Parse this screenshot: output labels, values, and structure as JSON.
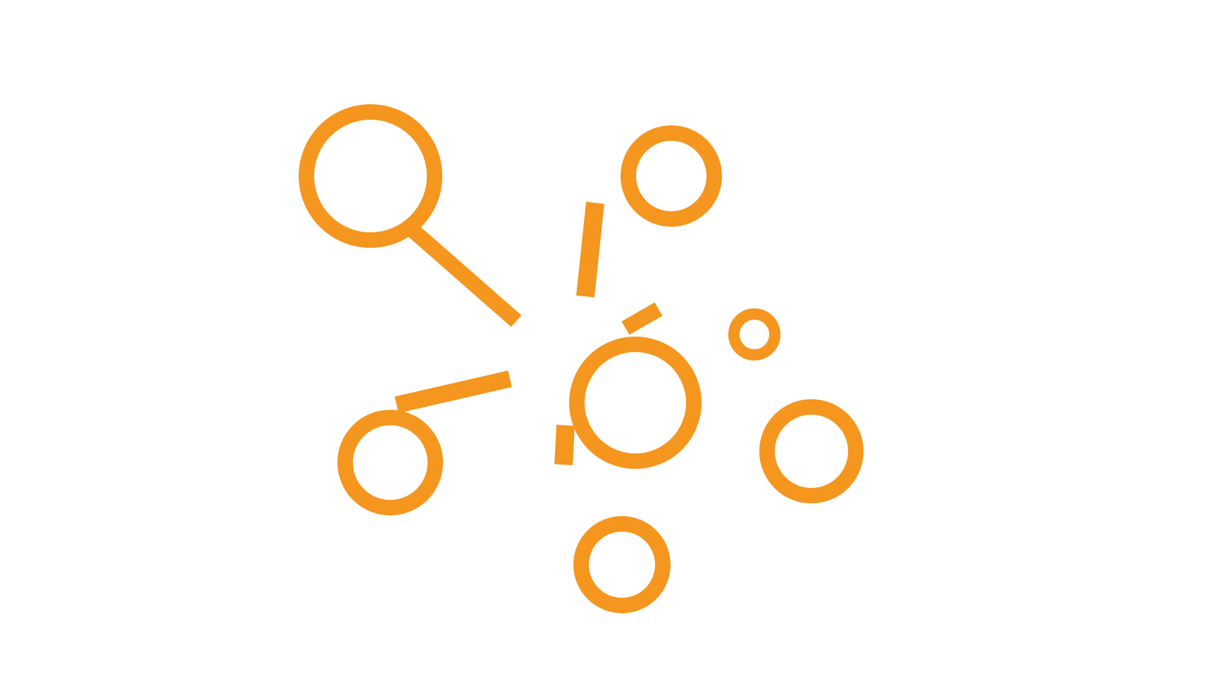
{
  "icon": {
    "name": "network-hub-icon",
    "color": "#F5961F",
    "background": "#FFFFFF",
    "nodes": [
      "hub",
      "satellite-top-left",
      "satellite-top",
      "satellite-small-right",
      "satellite-right",
      "satellite-bottom",
      "satellite-left"
    ]
  }
}
